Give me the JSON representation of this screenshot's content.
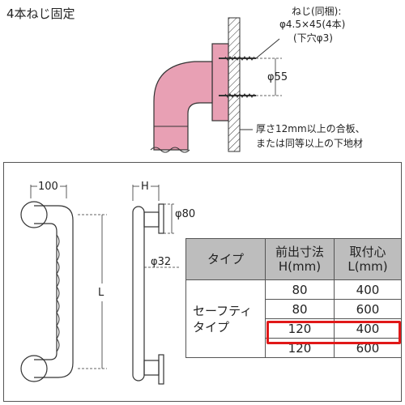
{
  "heading": "4本ねじ固定",
  "screw_note": {
    "line1": "ねじ(同梱):",
    "line2": "φ4.5×45(4本)",
    "line3": "(下穴φ3)"
  },
  "flange_dim": "φ55",
  "board_note": {
    "line1": "厚さ12mm以上の合板、",
    "line2": "または同等以上の下地材"
  },
  "dims": {
    "width": "100",
    "height_h": "H",
    "flange": "φ80",
    "pipe": "φ32",
    "length": "L"
  },
  "table": {
    "headers": [
      "タイプ",
      "前出寸法\nH(mm)",
      "取付心\nL(mm)"
    ],
    "type_label": "セーフティ\nタイプ",
    "rows": [
      {
        "h": "80",
        "l": "400"
      },
      {
        "h": "80",
        "l": "600"
      },
      {
        "h": "120",
        "l": "400",
        "highlighted": true
      },
      {
        "h": "120",
        "l": "600"
      }
    ]
  },
  "colors": {
    "pipe": "#e8a0b4",
    "pipe_stroke": "#333333",
    "highlight": "#e01818",
    "header_bg": "#bdbdbd"
  }
}
